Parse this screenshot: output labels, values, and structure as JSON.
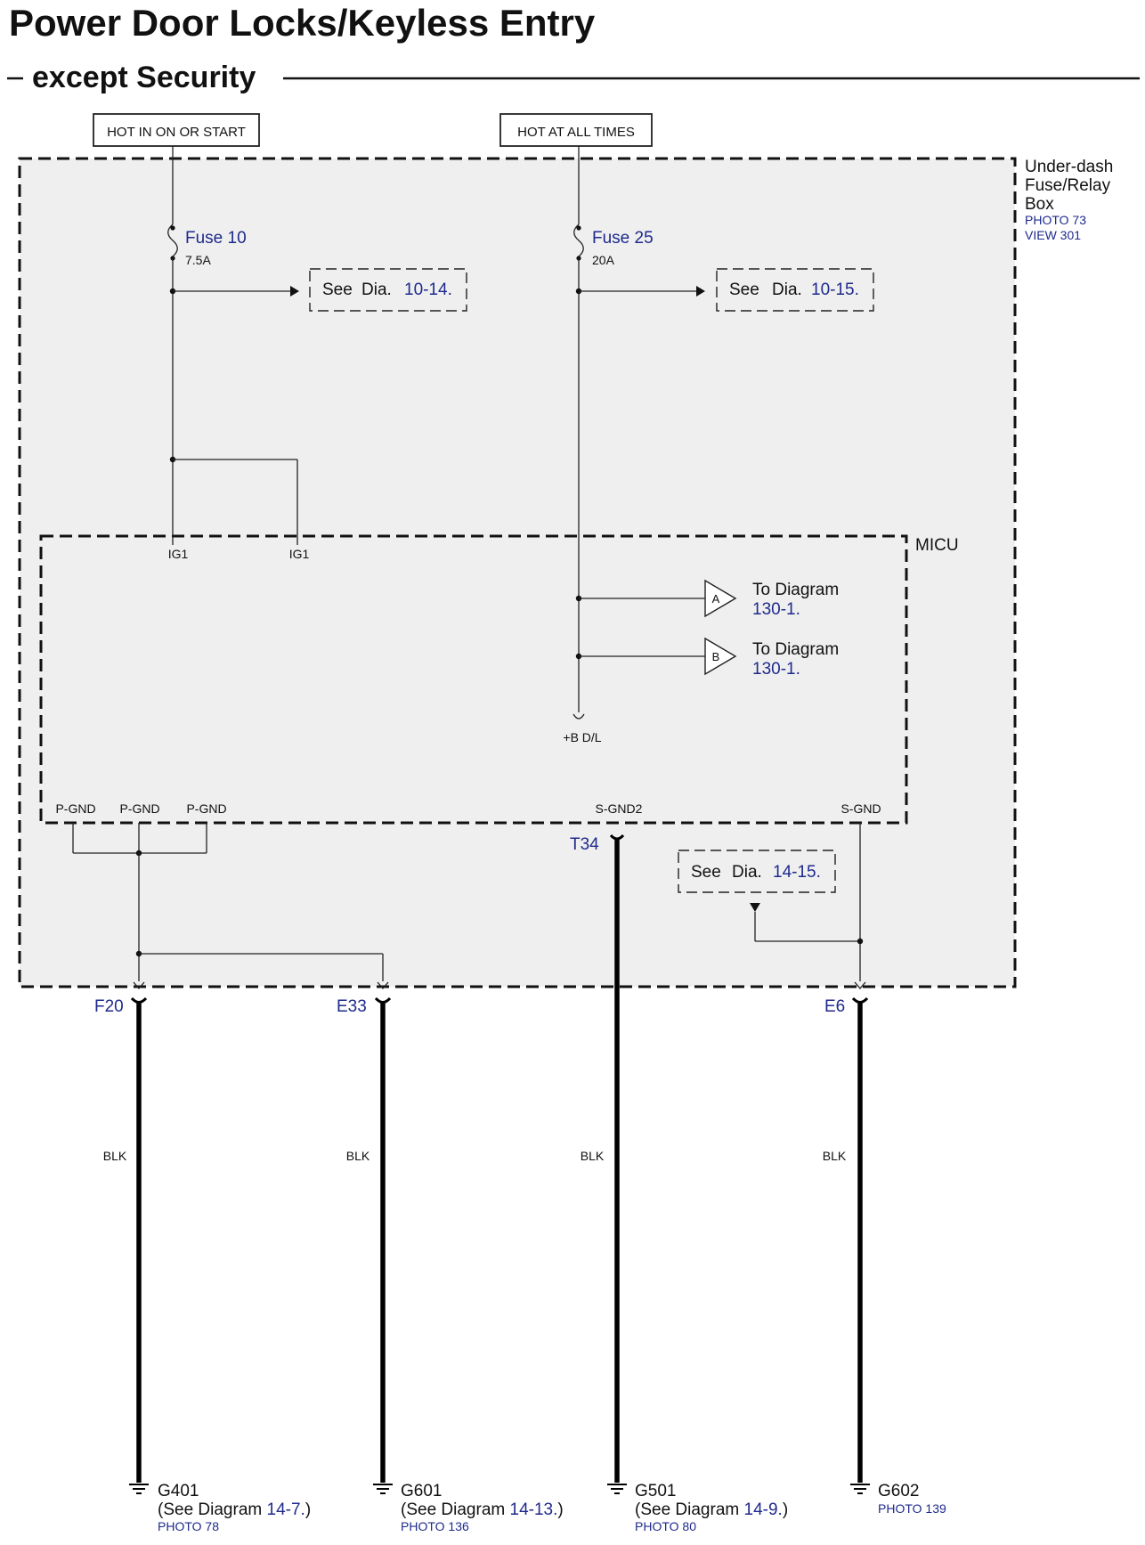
{
  "title": "Power Door Locks/Keyless Entry",
  "subtitle": "except Security",
  "power_labels": {
    "ign": "HOT IN ON OR START",
    "batt": "HOT AT ALL TIMES"
  },
  "fuse_box": {
    "name_line1": "Under-dash",
    "name_line2": "Fuse/Relay",
    "name_line3": "Box",
    "photo": "PHOTO 73",
    "view": "VIEW 301"
  },
  "fuses": [
    {
      "name": "Fuse 10",
      "rating": "7.5A"
    },
    {
      "name": "Fuse 25",
      "rating": "20A"
    }
  ],
  "see_refs": [
    {
      "see": "See",
      "dia": "Dia.",
      "num": "10-14."
    },
    {
      "see": "See",
      "dia": "Dia.",
      "num": "10-15."
    },
    {
      "see": "See",
      "dia": "Dia.",
      "num": "14-15."
    }
  ],
  "micu": {
    "name": "MICU",
    "ig1_a": "IG1",
    "ig1_b": "IG1",
    "bdl": "+B D/L",
    "pgnd1": "P-GND",
    "pgnd2": "P-GND",
    "pgnd3": "P-GND",
    "sgnd2": "S-GND2",
    "sgnd": "S-GND"
  },
  "connectors_to": [
    {
      "letter": "A",
      "line1": "To Diagram",
      "line2": "130-1."
    },
    {
      "letter": "B",
      "line1": "To Diagram",
      "line2": "130-1."
    }
  ],
  "terminals": {
    "t34": "T34",
    "f20": "F20",
    "e33": "E33",
    "e6": "E6"
  },
  "wire_color": {
    "w1": "BLK",
    "w2": "BLK",
    "w3": "BLK",
    "w4": "BLK"
  },
  "grounds": [
    {
      "id": "G401",
      "see_pre": "(See Diagram ",
      "see_num": "14-7.",
      "see_post": ")",
      "photo": "PHOTO 78"
    },
    {
      "id": "G601",
      "see_pre": "(See Diagram ",
      "see_num": "14-13.",
      "see_post": ")",
      "photo": "PHOTO 136"
    },
    {
      "id": "G501",
      "see_pre": "(See Diagram ",
      "see_num": "14-9.",
      "see_post": ")",
      "photo": "PHOTO 80"
    },
    {
      "id": "G602",
      "photo": "PHOTO 139"
    }
  ],
  "colors": {
    "link_blue": "#1f2a8c",
    "box_fill": "#efefef"
  }
}
